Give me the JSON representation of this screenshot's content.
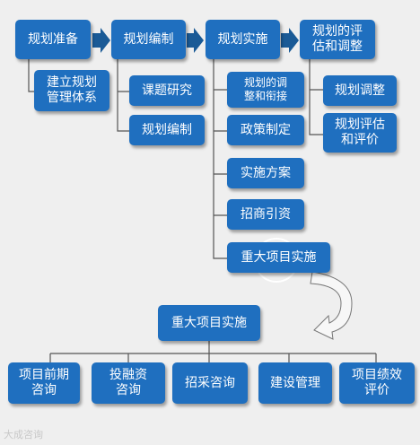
{
  "colors": {
    "box_fill": "#1f6fbf",
    "box_text": "#ffffff",
    "line": "#555555",
    "arrow": "#1a5a96",
    "background": "#efefef"
  },
  "top_row": {
    "stage1": "规划准备",
    "stage2": "规划编制",
    "stage3": "规划实施",
    "stage4": "规划的评\n估和调整"
  },
  "stage1_children": [
    "建立规划\n管理体系"
  ],
  "stage2_children": [
    "课题研究",
    "规划编制"
  ],
  "stage3_children": [
    "规划的调\n整和衔接",
    "政策制定",
    "实施方案",
    "招商引资",
    "重大项目实施"
  ],
  "stage4_children": [
    "规划调整",
    "规划评估\n和评价"
  ],
  "detail": {
    "root": "重大项目实施",
    "children": [
      "项目前期\n咨询",
      "投融资\n咨询",
      "招采咨询",
      "建设管理",
      "项目绩效\n评价"
    ]
  },
  "watermark": "大成咨询"
}
